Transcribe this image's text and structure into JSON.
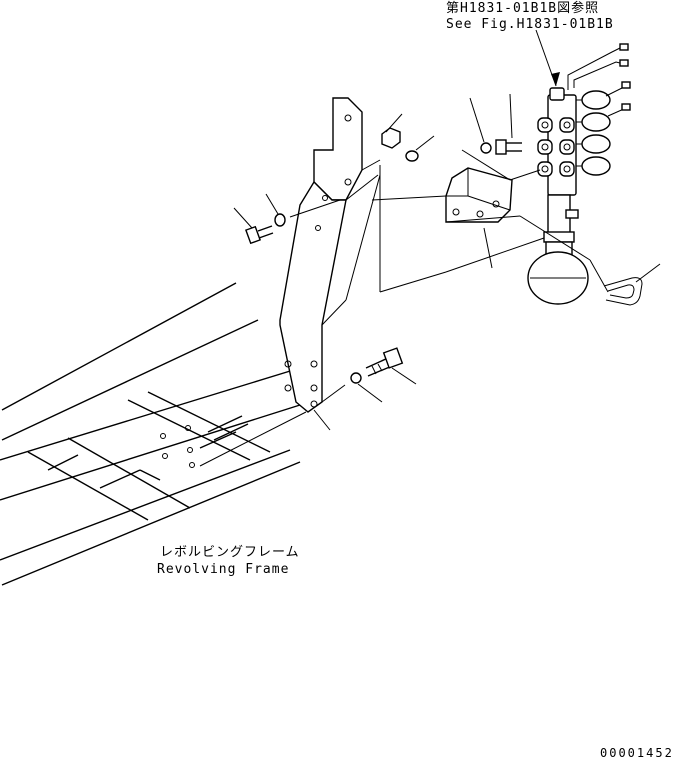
{
  "ref_label": {
    "jp": "第H1831-01B1B図参照",
    "en": "See Fig.H1831-01B1B"
  },
  "frame_label": {
    "jp": "レボルビングフレーム",
    "en": "Revolving Frame"
  },
  "drawing_number": "00001452"
}
